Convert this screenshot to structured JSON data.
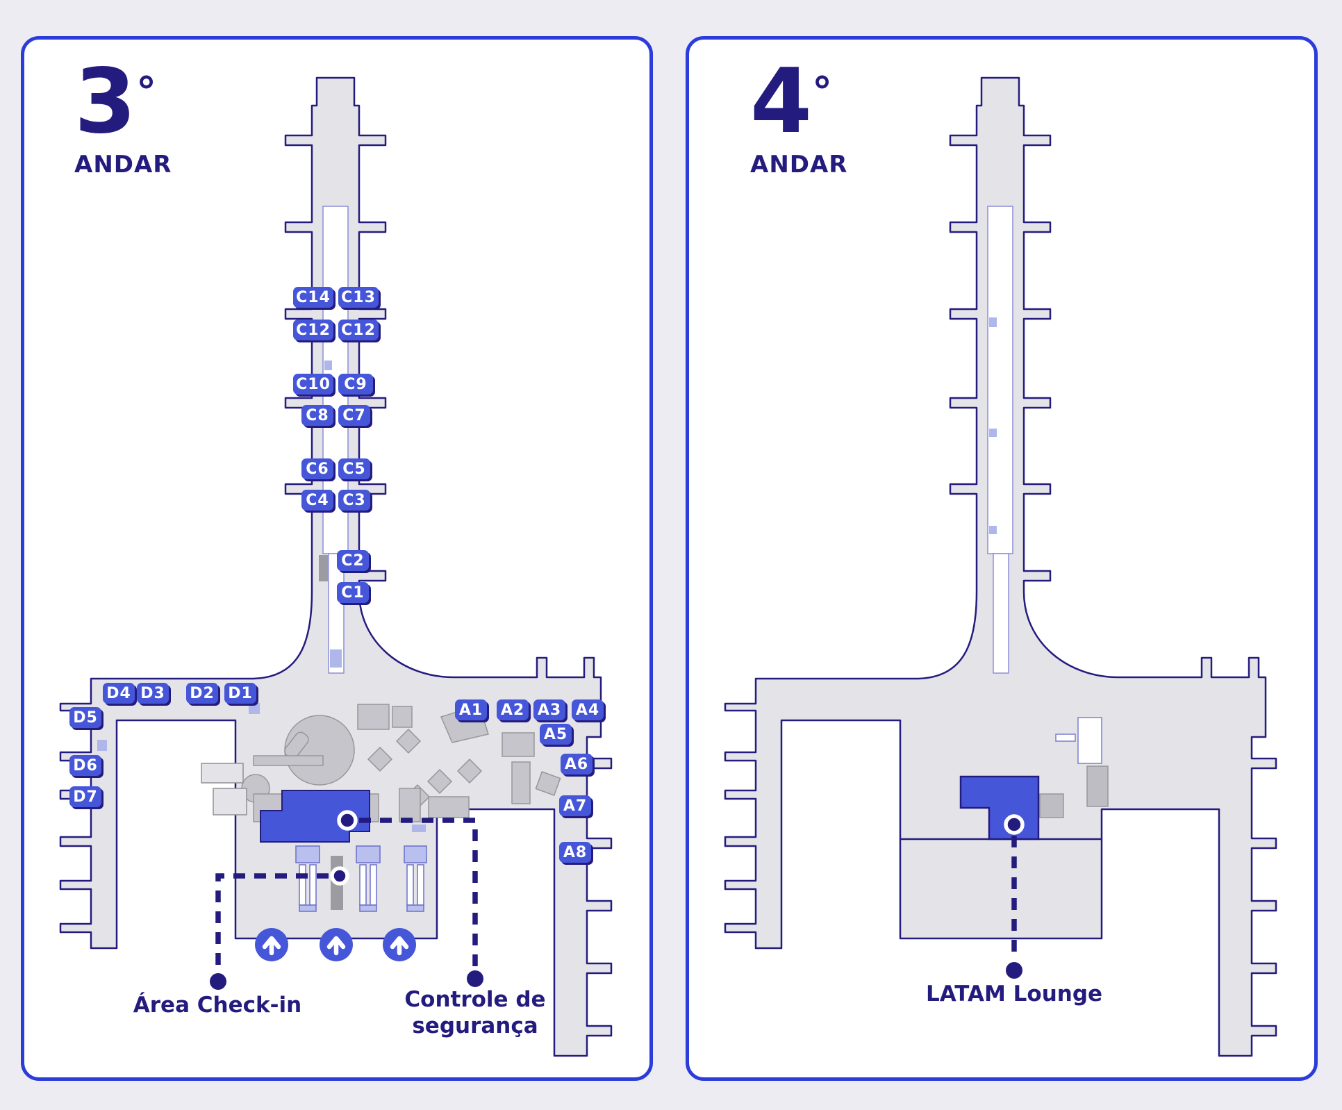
{
  "floor3": {
    "floor_number": "3",
    "degree_symbol": "°",
    "floor_label": "ANDAR",
    "gates_c": [
      "C14",
      "C13",
      "C12",
      "C12",
      "C10",
      "C9",
      "C8",
      "C7",
      "C6",
      "C5",
      "C4",
      "C3",
      "C2",
      "C1"
    ],
    "gates_d": [
      "D4",
      "D3",
      "D2",
      "D1",
      "D5",
      "D6",
      "D7"
    ],
    "gates_a": [
      "A1",
      "A2",
      "A3",
      "A4",
      "A5",
      "A6",
      "A7",
      "A8"
    ],
    "annotations": {
      "checkin": "Área Check-in",
      "security_line1": "Controle de",
      "security_line2": "segurança"
    }
  },
  "floor4": {
    "floor_number": "4",
    "degree_symbol": "°",
    "floor_label": "ANDAR",
    "annotations": {
      "lounge": "LATAM Lounge"
    }
  },
  "icons": {
    "entrance_arrow": "up-arrow"
  },
  "colors": {
    "page_background": "#ECECF2",
    "panel_border_blue": "#2B3CDB",
    "navy": "#241B7E",
    "gate_chip_blue": "#4656D9",
    "highlight_area_blue": "#4656D9",
    "terminal_fill": "#E4E4E8",
    "shape_gray": "#C5C5CB",
    "periwinkle": "#AEB6EA"
  }
}
